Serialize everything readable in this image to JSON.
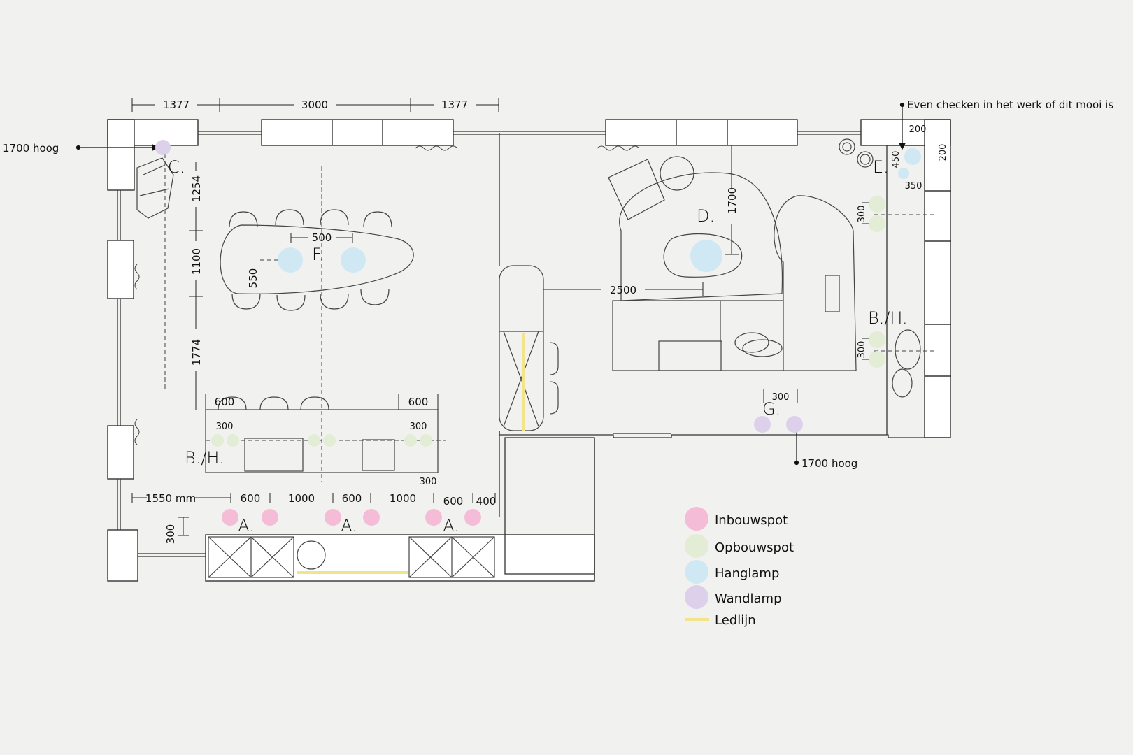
{
  "plan": {
    "top_dims": [
      "1377",
      "3000",
      "1377"
    ],
    "left_dims": [
      "1254",
      "1100",
      "1774"
    ],
    "table_dims": [
      "500",
      "550"
    ],
    "island_dims": [
      "600",
      "600",
      "300",
      "300",
      "300"
    ],
    "kitchen_dims": [
      "1550 mm",
      "600",
      "1000",
      "600",
      "1000",
      "600",
      "400",
      "300"
    ],
    "living_dims": [
      "1700",
      "2500",
      "300",
      "300",
      "300",
      "450",
      "200",
      "200",
      "350"
    ],
    "notes": {
      "left": "1700 hoog",
      "bottom": "1700 hoog",
      "top_right": "Even checken in het werk of dit mooi is"
    },
    "labels": {
      "a": "A.",
      "bh": "B./H.",
      "c": "C.",
      "d": "D.",
      "e": "E.",
      "f": "F.",
      "g": "G."
    }
  },
  "legend": {
    "items": [
      {
        "label": "Inbouwspot",
        "color": "#f5bcd8"
      },
      {
        "label": "Opbouwspot",
        "color": "#e3edd6"
      },
      {
        "label": "Hanglamp",
        "color": "#cfe8f4"
      },
      {
        "label": "Wandlamp",
        "color": "#ddd0ea"
      },
      {
        "label": "Ledlijn",
        "color": "#f2e48a"
      }
    ]
  }
}
